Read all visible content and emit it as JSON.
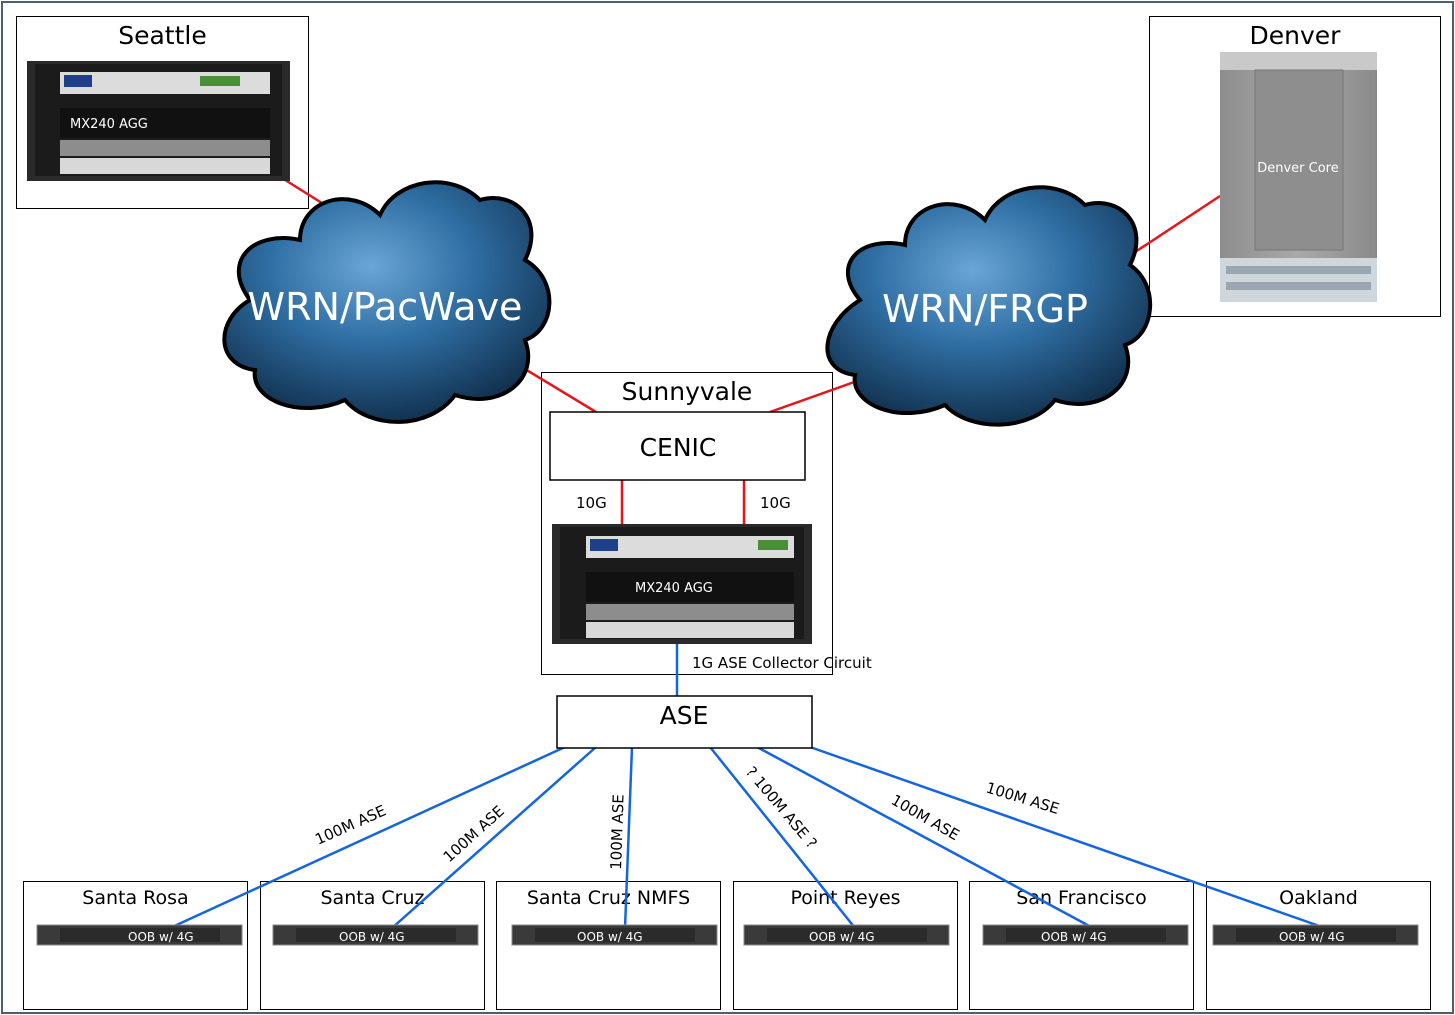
{
  "sites": {
    "seattle": "Seattle",
    "denver": "Denver",
    "sunnyvale": "Sunnyvale"
  },
  "devices": {
    "seattle_router": "MX240 AGG",
    "sunnyvale_router": "MX240 AGG",
    "denver_core": "Denver Core",
    "cenic": "CENIC",
    "ase": "ASE"
  },
  "clouds": {
    "left": "WRN/PacWave",
    "right": "WRN/FRGP"
  },
  "links": {
    "cenic_left": "10G",
    "cenic_right": "10G",
    "collector": "1G ASE Collector Circuit",
    "santa_rosa": "100M ASE",
    "santa_cruz": "100M ASE",
    "santa_cruz_nmfs": "100M ASE",
    "point_reyes": "? 100M ASE ?",
    "san_francisco": "100M ASE",
    "oakland": "100M ASE"
  },
  "remote_sites": [
    {
      "name": "Santa Rosa",
      "device": "OOB w/ 4G"
    },
    {
      "name": "Santa Cruz",
      "device": "OOB w/ 4G"
    },
    {
      "name": "Santa Cruz NMFS",
      "device": "OOB w/ 4G"
    },
    {
      "name": "Point Reyes",
      "device": "OOB w/ 4G"
    },
    {
      "name": "San Francisco",
      "device": "OOB w/ 4G"
    },
    {
      "name": "Oakland",
      "device": "OOB w/ 4G"
    }
  ],
  "colors": {
    "wan_link": "#e8141b",
    "access_link": "#1565e0",
    "frame": "#4a6074"
  }
}
